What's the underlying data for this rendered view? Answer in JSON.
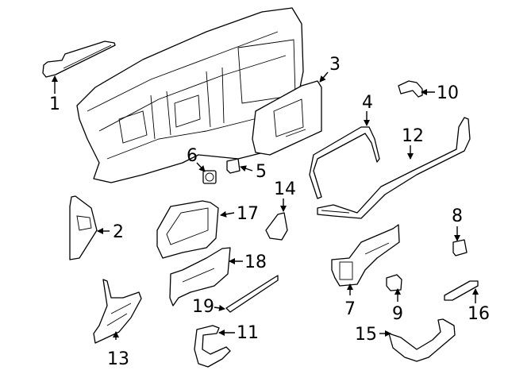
{
  "title": "Instrument panel components exploded diagram",
  "callouts": [
    {
      "id": "1",
      "label": "1"
    },
    {
      "id": "2",
      "label": "2"
    },
    {
      "id": "3",
      "label": "3"
    },
    {
      "id": "4",
      "label": "4"
    },
    {
      "id": "5",
      "label": "5"
    },
    {
      "id": "6",
      "label": "6"
    },
    {
      "id": "7",
      "label": "7"
    },
    {
      "id": "8",
      "label": "8"
    },
    {
      "id": "9",
      "label": "9"
    },
    {
      "id": "10",
      "label": "10"
    },
    {
      "id": "11",
      "label": "11"
    },
    {
      "id": "12",
      "label": "12"
    },
    {
      "id": "13",
      "label": "13"
    },
    {
      "id": "14",
      "label": "14"
    },
    {
      "id": "15",
      "label": "15"
    },
    {
      "id": "16",
      "label": "16"
    },
    {
      "id": "17",
      "label": "17"
    },
    {
      "id": "18",
      "label": "18"
    },
    {
      "id": "19",
      "label": "19"
    }
  ],
  "colors": {
    "line": "#000000",
    "background": "#ffffff"
  }
}
